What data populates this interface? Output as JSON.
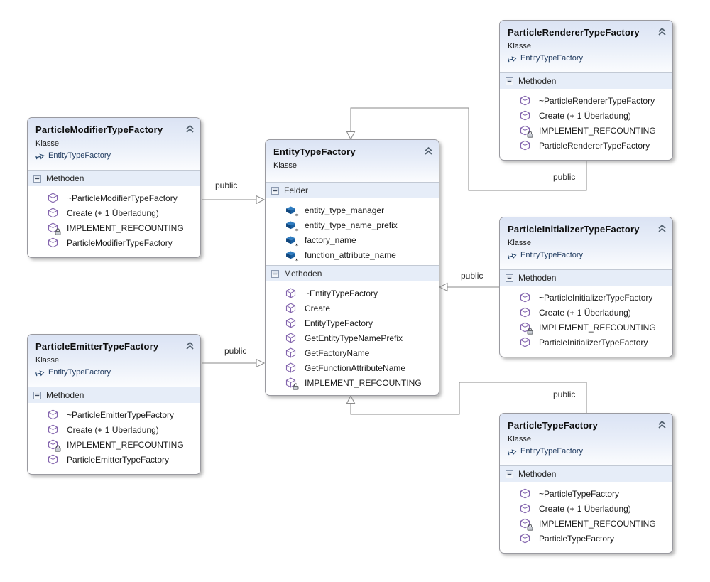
{
  "connectors": {
    "modifier": {
      "label": "public"
    },
    "emitter": {
      "label": "public"
    },
    "renderer": {
      "label": "public"
    },
    "initializer": {
      "label": "public"
    },
    "particle": {
      "label": "public"
    }
  },
  "colors": {
    "header_gradient_top": "#dbe3f4",
    "section_header_bg": "#e6edf8",
    "box_border": "#9a9aa0",
    "connector_line": "#8a8a8a",
    "method_icon_purple": "#8465ae",
    "field_icon_blue": "#1a5fa0",
    "base_link_text": "#1f3a5f"
  },
  "classes": {
    "entity": {
      "title": "EntityTypeFactory",
      "kind": "Klasse",
      "fields_label": "Felder",
      "methods_label": "Methoden",
      "fields": [
        "entity_type_manager",
        "entity_type_name_prefix",
        "factory_name",
        "function_attribute_name"
      ],
      "methods": [
        "~EntityTypeFactory",
        "Create",
        "EntityTypeFactory",
        "GetEntityTypeNamePrefix",
        "GetFactoryName",
        "GetFunctionAttributeName",
        "IMPLEMENT_REFCOUNTING"
      ]
    },
    "modifier": {
      "title": "ParticleModifierTypeFactory",
      "kind": "Klasse",
      "base": "EntityTypeFactory",
      "methods_label": "Methoden",
      "methods": [
        "~ParticleModifierTypeFactory",
        "Create (+ 1 Überladung)",
        "IMPLEMENT_REFCOUNTING",
        "ParticleModifierTypeFactory"
      ]
    },
    "emitter": {
      "title": "ParticleEmitterTypeFactory",
      "kind": "Klasse",
      "base": "EntityTypeFactory",
      "methods_label": "Methoden",
      "methods": [
        "~ParticleEmitterTypeFactory",
        "Create (+ 1 Überladung)",
        "IMPLEMENT_REFCOUNTING",
        "ParticleEmitterTypeFactory"
      ]
    },
    "renderer": {
      "title": "ParticleRendererTypeFactory",
      "kind": "Klasse",
      "base": "EntityTypeFactory",
      "methods_label": "Methoden",
      "methods": [
        "~ParticleRendererTypeFactory",
        "Create (+ 1 Überladung)",
        "IMPLEMENT_REFCOUNTING",
        "ParticleRendererTypeFactory"
      ]
    },
    "initializer": {
      "title": "ParticleInitializerTypeFactory",
      "kind": "Klasse",
      "base": "EntityTypeFactory",
      "methods_label": "Methoden",
      "methods": [
        "~ParticleInitializerTypeFactory",
        "Create (+ 1 Überladung)",
        "IMPLEMENT_REFCOUNTING",
        "ParticleInitializerTypeFactory"
      ]
    },
    "particle": {
      "title": "ParticleTypeFactory",
      "kind": "Klasse",
      "base": "EntityTypeFactory",
      "methods_label": "Methoden",
      "methods": [
        "~ParticleTypeFactory",
        "Create (+ 1 Überladung)",
        "IMPLEMENT_REFCOUNTING",
        "ParticleTypeFactory"
      ]
    }
  }
}
